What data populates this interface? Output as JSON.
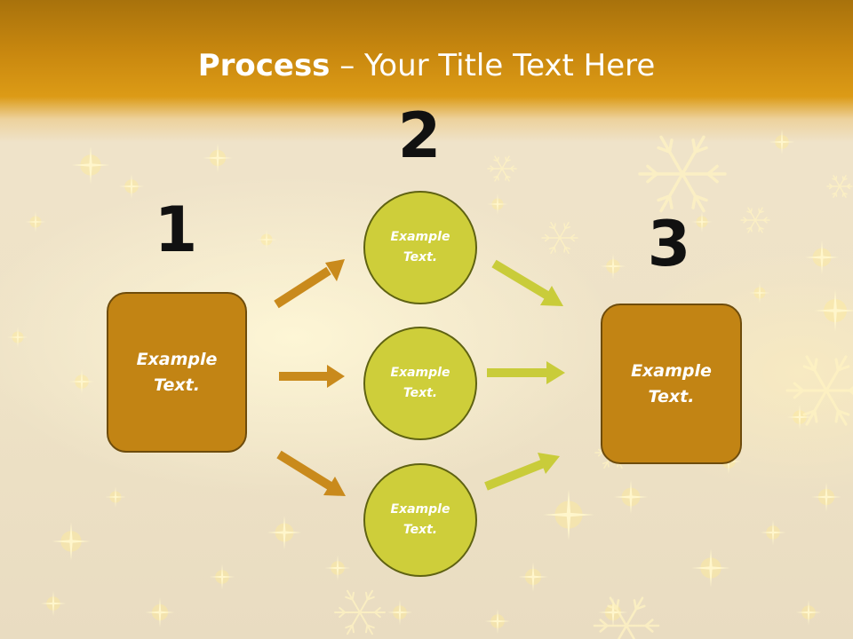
{
  "slide": {
    "title_bold": "Process",
    "title_rest": " – Your Title Text Here",
    "step_numbers": [
      "1",
      "2",
      "3"
    ],
    "left_box": {
      "line1": "Example",
      "line2": "Text."
    },
    "right_box": {
      "line1": "Example",
      "line2": "Text."
    },
    "circles": [
      {
        "line1": "Example",
        "line2": "Text."
      },
      {
        "line1": "Example",
        "line2": "Text."
      },
      {
        "line1": "Example",
        "line2": "Text."
      }
    ]
  },
  "colors": {
    "header": "#c9880f",
    "box_fill": "#c28414",
    "circle_fill": "#cece3a",
    "orange_arrow": "#c98a1c",
    "green_arrow": "#c9cc3a"
  },
  "decoration": {
    "background": "golden sparkles and snowflakes"
  }
}
